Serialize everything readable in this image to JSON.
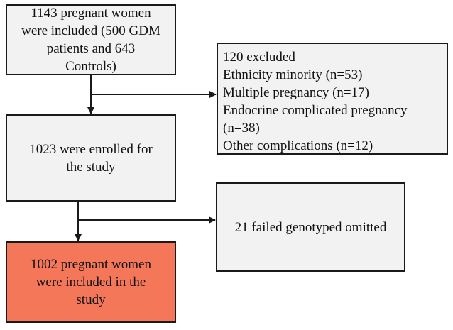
{
  "boxes": {
    "start": {
      "text": "1143 pregnant women\nwere included (500 GDM\npatients and 643\nControls)"
    },
    "excluded": {
      "lines": [
        "120 excluded",
        "Ethnicity minority (n=53)",
        "Multiple pregnancy (n=17)",
        "Endocrine complicated pregnancy",
        "(n=38)",
        "Other complications (n=12)"
      ]
    },
    "enrolled": {
      "text": "1023 were enrolled for\nthe study"
    },
    "failed": {
      "text": "21 failed genotyped omitted"
    },
    "final": {
      "text": "1002 pregnant women\nwere included in the\nstudy"
    }
  },
  "colors": {
    "box_fill": "#f2f2f2",
    "final_fill": "#f4775a",
    "stroke": "#1a1a1a"
  }
}
